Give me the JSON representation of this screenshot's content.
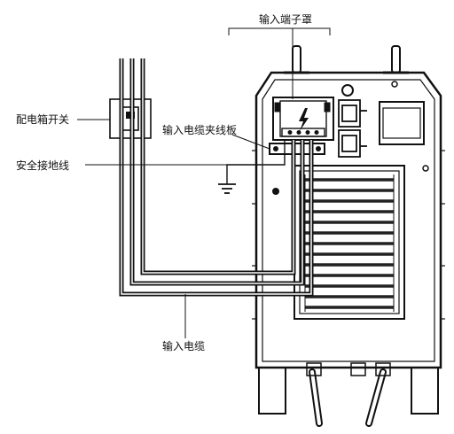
{
  "labels": {
    "terminal_cover": "输入端子罩",
    "distribution_switch": "配电箱开关",
    "cable_clamp": "输入电缆夹线板",
    "ground_wire": "安全接地线",
    "input_cable": "输入电缆"
  },
  "colors": {
    "line": "#111111",
    "fill_light": "#eeeeee",
    "background": "#ffffff"
  },
  "icons": {
    "terminal_symbol": "lightning-bolt-icon",
    "ground_symbol": "ground-icon"
  }
}
